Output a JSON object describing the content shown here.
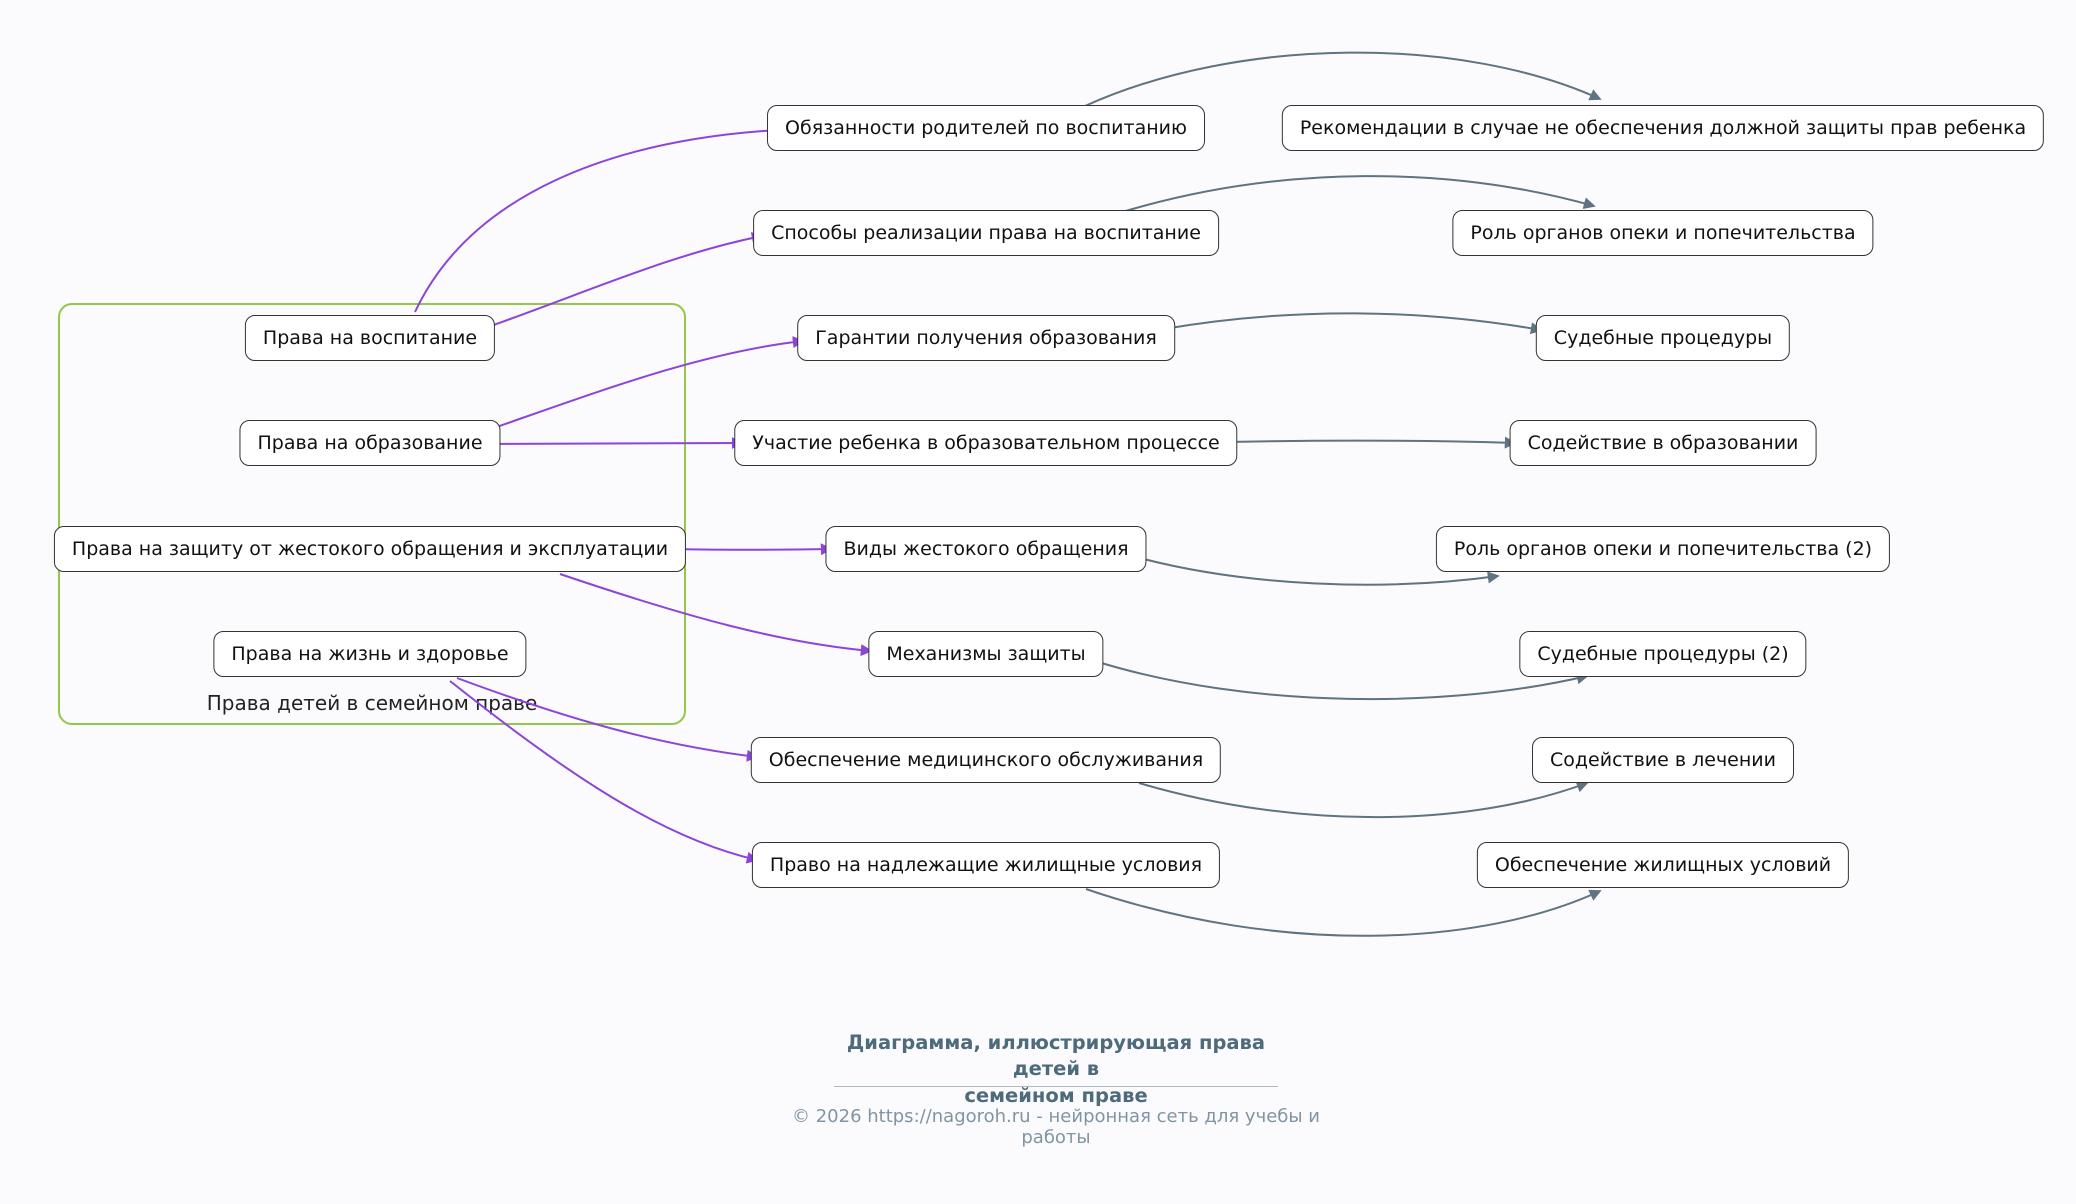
{
  "diagram": {
    "group": {
      "label": "Права детей в семейном праве",
      "border_color": "#94c747"
    },
    "left_nodes": [
      "Права на воспитание",
      "Права на образование",
      "Права на защиту от жестокого обращения и эксплуатации",
      "Права на жизнь и здоровье"
    ],
    "middle_nodes": [
      "Обязанности родителей по воспитанию",
      "Способы реализации права на воспитание",
      "Гарантии получения образования",
      "Участие ребенка в образовательном процессе",
      "Виды жестокого обращения",
      "Механизмы защиты",
      "Обеспечение медицинского обслуживания",
      "Право на надлежащие жилищные условия"
    ],
    "right_nodes": [
      "Рекомендации в случае не обеспечения должной защиты прав ребенка",
      "Роль органов опеки и попечительства",
      "Судебные процедуры",
      "Содействие в образовании",
      "Роль органов опеки и попечительства (2)",
      "Судебные процедуры (2)",
      "Содействие в лечении",
      "Обеспечение жилищных условий"
    ],
    "colors": {
      "primary_edge": "#8d44d8",
      "secondary_edge": "#5f7380",
      "node_border": "#333333",
      "node_fill": "#ffffff"
    }
  },
  "footer": {
    "caption_line1": "Диаграмма, иллюстрирующая права детей в",
    "caption_line2": "семейном праве",
    "copyright": "© 2026 https://nagoroh.ru - нейронная сеть для учебы и работы"
  }
}
